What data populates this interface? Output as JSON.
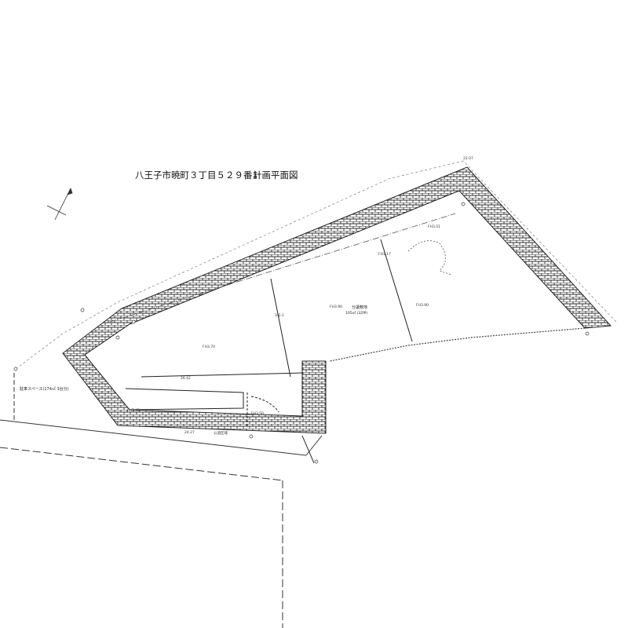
{
  "title": "八王子市暁町３丁目５２９番1",
  "subtitle": "計画平面図",
  "labels": {
    "lot_name": "分譲敷地",
    "lot_area": "105㎡ (32坪)",
    "parking": "駐車スペース(174㎡ 3台分)",
    "road": "公道区域",
    "fh_a": "FH3.70",
    "fh_b": "FH3.90",
    "fh_c": "FH3.90",
    "fh_d": "FH3.17",
    "fh_e": "FH3.51",
    "fh_f": "FH3.50",
    "fh_g": "FH7.45",
    "lot_mark": "3号-1",
    "dim_top": "22.07",
    "dim_left": "26.42",
    "dim_bottom": "24.27"
  },
  "colors": {
    "line": "#222222",
    "hatch": "#333333",
    "paper": "#ffffff"
  }
}
